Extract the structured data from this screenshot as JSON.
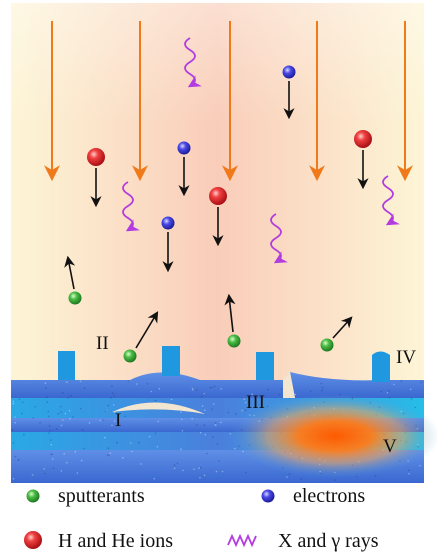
{
  "labels": {
    "I": "I",
    "II": "II",
    "III": "III",
    "IV": "IV",
    "V": "V"
  },
  "legend": {
    "sputterants": "sputterants",
    "electrons": "electrons",
    "ions": "H and He ions",
    "rays": "X and γ rays"
  },
  "colors": {
    "incident_arrow": "#f07a1a",
    "electron": "#3a3adf",
    "sputterant": "#3fae3f",
    "ion": "#e8202a",
    "ray": "#b33be0",
    "surface": "#3a78d8",
    "surface_light": "#27b8e8",
    "hot_spot": "#ff6a00"
  }
}
